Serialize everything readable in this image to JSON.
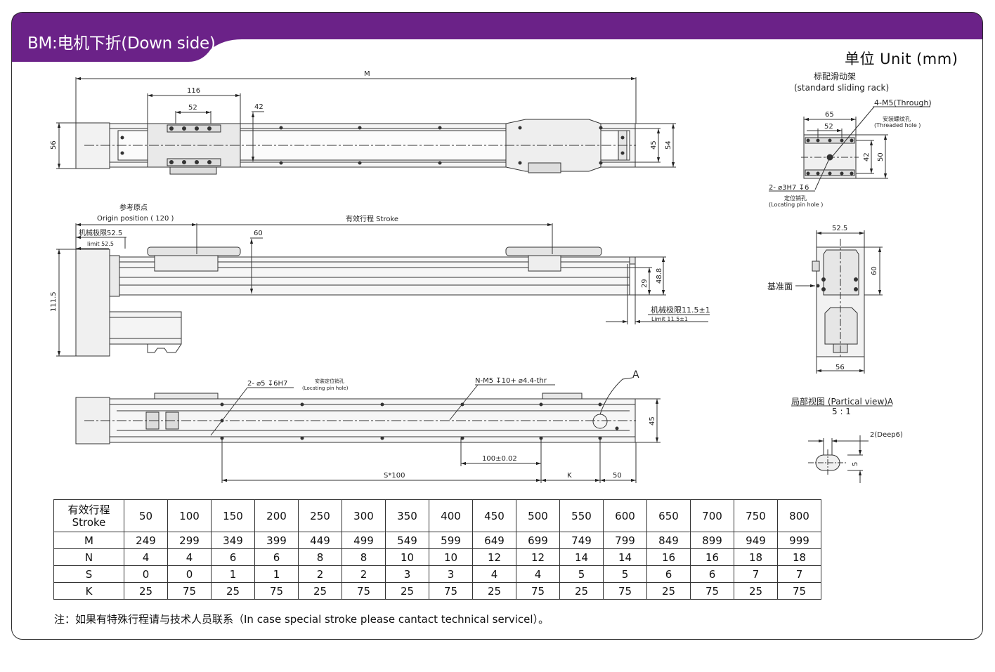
{
  "header": {
    "title": "BM:电机下折(Down side)",
    "unit": "单位 Unit (mm)",
    "bar_color": "#6b2288"
  },
  "top_view": {
    "dim_M": "M",
    "dim_116": "116",
    "dim_52": "52",
    "dim_42": "42",
    "dim_56": "56",
    "dim_45": "45",
    "dim_54": "54"
  },
  "side_view": {
    "ref_origin_cn": "参考原点",
    "origin_position": "Origin position ( 120 )",
    "limit_cn": "机械极限52.5",
    "limit_en": "limit 52.5",
    "stroke": "有效行程 Stroke",
    "dim_60": "60",
    "dim_111_5": "111.5",
    "dim_29": "29",
    "dim_48_8": "48.8",
    "limit2_cn": "机械极限11.5±1",
    "limit2_en": "Limit 11.5±1"
  },
  "bottom_view": {
    "pin_hole": "2- ⌀5 ↧6H7",
    "pin_cn": "安装定位销孔",
    "pin_en": "(Locating pin hole)",
    "threaded": "N-M5 ↧10+ ⌀4.4-thr",
    "label_A": "A",
    "dim_45": "45",
    "dim_100": "100±0.02",
    "dim_S100": "S*100",
    "dim_K": "K",
    "dim_50": "50"
  },
  "rack_view": {
    "title_cn": "标配滑动架",
    "title_en": "(standard sliding rack)",
    "thread_spec": "4-M5(Through)",
    "thread_cn": "安装螺纹孔",
    "thread_en": "(Threaded hole )",
    "dim_65": "65",
    "dim_52": "52",
    "dim_42": "42",
    "dim_50": "50",
    "pin_spec": "2- ⌀3H7 ↧6",
    "pin_cn": "定位销孔",
    "pin_en": "(Locating pin hole )"
  },
  "end_view": {
    "dim_52_5": "52.5",
    "dim_60": "60",
    "dim_56": "56",
    "datum": "基准面"
  },
  "partial_view": {
    "title": "局部视图 (Partical view)A",
    "scale": "5 : 1",
    "deep": "2(Deep6)",
    "dim_5": "5"
  },
  "table": {
    "rows": [
      {
        "h1": "有效行程",
        "h2": "Stroke",
        "values": [
          "50",
          "100",
          "150",
          "200",
          "250",
          "300",
          "350",
          "400",
          "450",
          "500",
          "550",
          "600",
          "650",
          "700",
          "750",
          "800"
        ]
      },
      {
        "h1": "M",
        "values": [
          "249",
          "299",
          "349",
          "399",
          "449",
          "499",
          "549",
          "599",
          "649",
          "699",
          "749",
          "799",
          "849",
          "899",
          "949",
          "999"
        ]
      },
      {
        "h1": "N",
        "values": [
          "4",
          "4",
          "6",
          "6",
          "8",
          "8",
          "10",
          "10",
          "12",
          "12",
          "14",
          "14",
          "16",
          "16",
          "18",
          "18"
        ]
      },
      {
        "h1": "S",
        "values": [
          "0",
          "0",
          "1",
          "1",
          "2",
          "2",
          "3",
          "3",
          "4",
          "4",
          "5",
          "5",
          "6",
          "6",
          "7",
          "7"
        ]
      },
      {
        "h1": "K",
        "values": [
          "25",
          "75",
          "25",
          "75",
          "25",
          "75",
          "25",
          "75",
          "25",
          "75",
          "25",
          "75",
          "25",
          "75",
          "25",
          "75"
        ]
      }
    ]
  },
  "note": "注：如果有特殊行程请与技术人员联系（In case special stroke please cantact technical servicel）。"
}
